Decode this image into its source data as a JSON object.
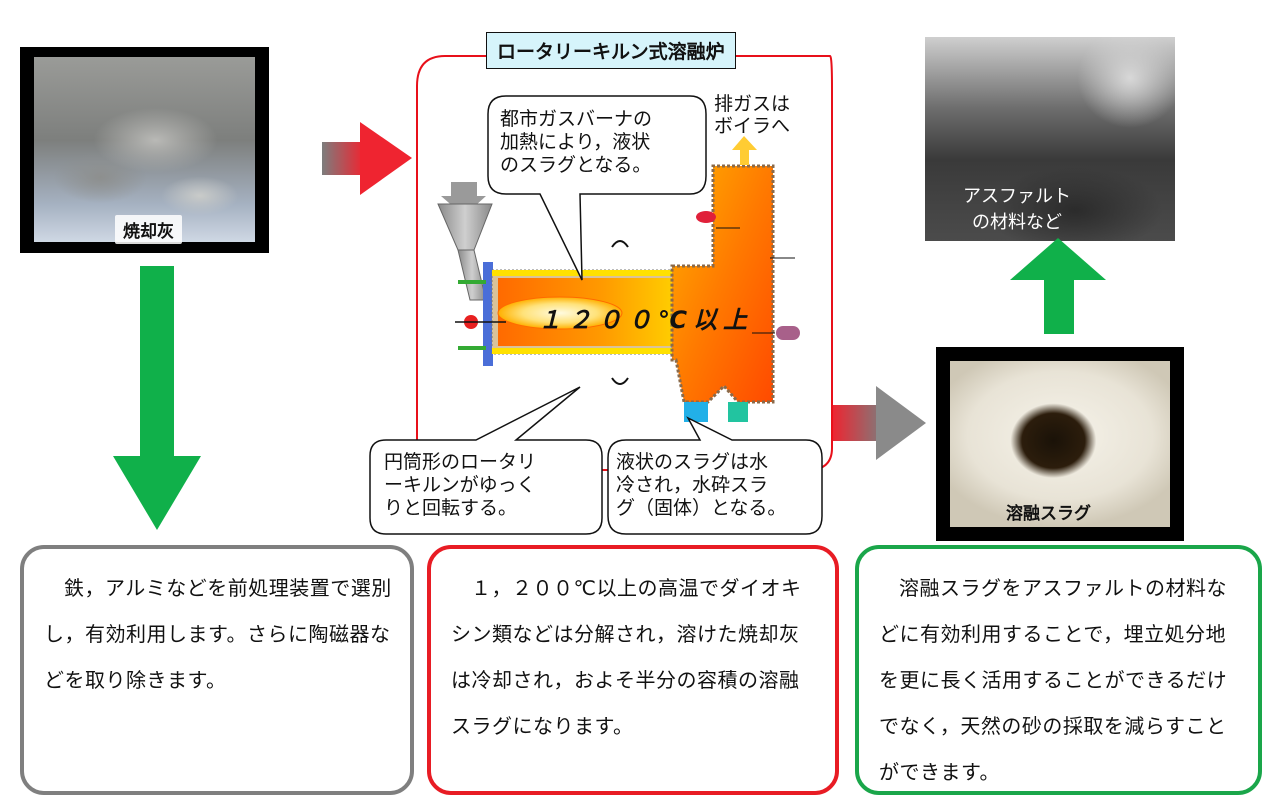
{
  "photos": {
    "ash_label": "焼却灰",
    "asphalt_label_line1": "アスファルト",
    "asphalt_label_line2": "の材料など",
    "slag_label": "溶融スラグ"
  },
  "furnace": {
    "title": "ロータリーキルン式溶融炉",
    "exhaust_line1": "排ガスは",
    "exhaust_line2": "ボイラへ",
    "temperature": "１２００℃以上",
    "callout_burner": [
      "都市ガスバーナの",
      "加熱により，液状",
      "のスラグとなる。"
    ],
    "callout_kiln": [
      "円筒形のロータリ",
      "ーキルンがゆっく",
      "りと回転する。"
    ],
    "callout_water": [
      "液状のスラグは水",
      "冷され，水砕スラ",
      "グ（固体）となる。"
    ]
  },
  "boxes": {
    "left": "鉄，アルミなどを前処理装置で選別し，有効利用します。さらに陶磁器などを取り除きます。",
    "middle": "１，２００℃以上の高温でダイオキシン類などは分解され，溶けた焼却灰は冷却され，およそ半分の容積の溶融スラグになります。",
    "right": "溶融スラグをアスファルトの材料などに有効利用することで，埋立処分地を更に長く活用することができるだけでなく，天然の砂の採取を減らすことができます。"
  },
  "colors": {
    "green_arrow": "#10b04a",
    "red_arrow": "#e8303a",
    "box_gray": "#7f7f7f",
    "box_red": "#e81c24",
    "box_green": "#1aa64a",
    "title_bg": "#d6f4fb"
  }
}
